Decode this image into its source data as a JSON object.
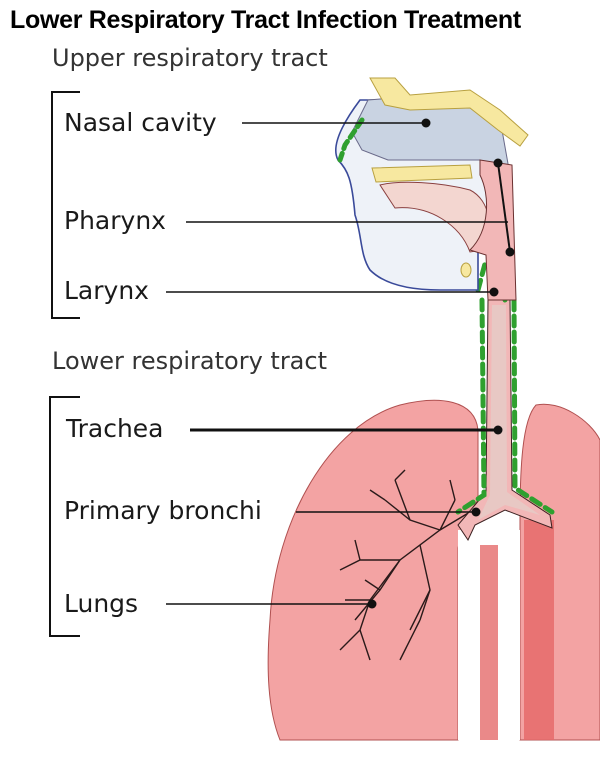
{
  "title": "Lower Respiratory Tract Infection Treatment",
  "sections": {
    "upper": "Upper respiratory tract",
    "lower": "Lower respiratory tract"
  },
  "labels": {
    "nasal_cavity": "Nasal cavity",
    "pharynx": "Pharynx",
    "larynx": "Larynx",
    "trachea": "Trachea",
    "primary_bronchi": "Primary bronchi",
    "lungs": "Lungs"
  },
  "colors": {
    "lung_fill": "#f3a3a3",
    "lung_dark": "#e56b6b",
    "airway_fill": "#f2b7b7",
    "airway_tissue": "#f3d6d0",
    "cavity_fill": "#c9d3e2",
    "bone_fill": "#f7e8a0",
    "mucosa_green": "#2fa02f",
    "outline_blue": "#3a4a9a",
    "leader_line": "#111111"
  }
}
